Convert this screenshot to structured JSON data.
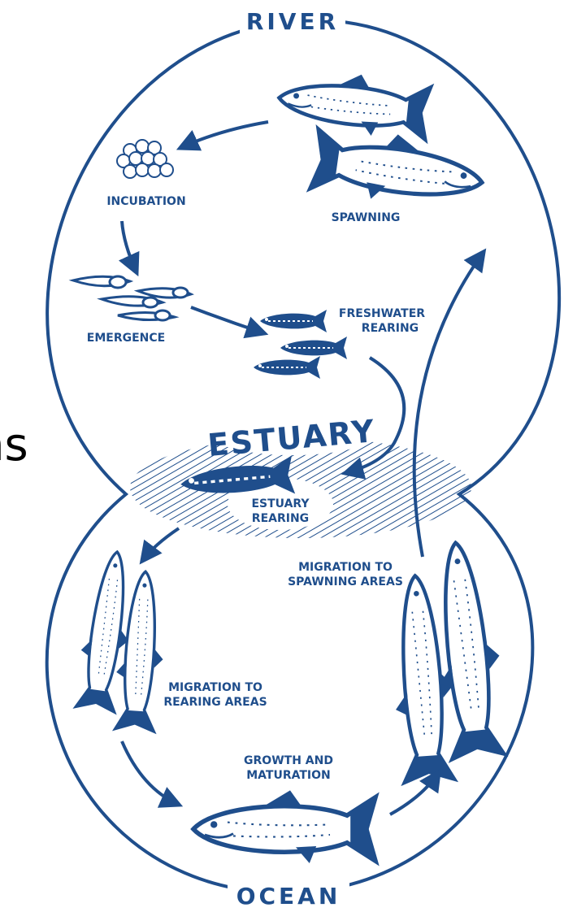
{
  "colors": {
    "ink": "#1f4e8c",
    "light": "#5e86b8",
    "background": "#ffffff"
  },
  "clipped_text": "ns",
  "regions": {
    "river": "RIVER",
    "estuary": "ESTUARY",
    "ocean": "OCEAN"
  },
  "stages": {
    "incubation": "INCUBATION",
    "spawning": "SPAWNING",
    "emergence": "EMERGENCE",
    "freshwater_rearing": [
      "FRESHWATER",
      "REARING"
    ],
    "estuary_rearing": [
      "ESTUARY",
      "REARING"
    ],
    "migration_spawning": [
      "MIGRATION TO",
      "SPAWNING AREAS"
    ],
    "migration_rearing": [
      "MIGRATION TO",
      "REARING AREAS"
    ],
    "growth": [
      "GROWTH AND",
      "MATURATION"
    ]
  },
  "icons": [
    "salmon-fish-icon",
    "egg-cluster-icon",
    "fry-icon",
    "parr-icon",
    "smolt-icon",
    "cycle-arrow-icon"
  ]
}
